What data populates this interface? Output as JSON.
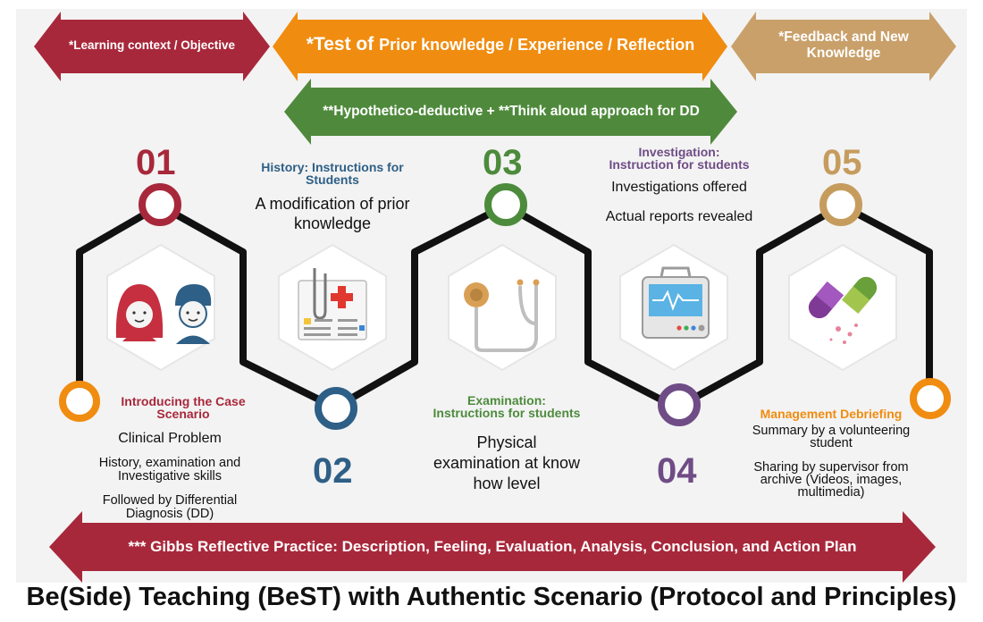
{
  "colors": {
    "red": "#a8283b",
    "orange": "#f08c10",
    "tan": "#c9a06a",
    "green": "#4f8a3c",
    "blue": "#2e5f86",
    "purple": "#6f4c86",
    "gold": "#c69c5e",
    "black": "#111111"
  },
  "top_arrows": {
    "learning": "*Learning context / Objective",
    "test_prefix": "*Test of ",
    "test_rest": "Prior knowledge / Experience / Reflection",
    "feedback_line1": "*Feedback and New",
    "feedback_line2": "Knowledge",
    "hypothetico": "**Hypothetico-deductive + **Think aloud approach for DD"
  },
  "steps": [
    {
      "number": "01",
      "icon": "man-woman-icon",
      "title_line1": "Introducing the Case",
      "title_line2": "Scenario",
      "lines": [
        "Clinical Problem",
        "History, examination and",
        "Investigative skills",
        "Followed by Differential",
        "Diagnosis (DD)"
      ]
    },
    {
      "number": "02",
      "icon": "clipboard-medical-icon",
      "title_line1": "History: Instructions for",
      "title_line2": "Students",
      "lines": [
        "A modification of prior",
        "knowledge"
      ]
    },
    {
      "number": "03",
      "icon": "stethoscope-icon",
      "title_line1": "Examination:",
      "title_line2": "Instructions for students",
      "lines": [
        "Physical",
        "examination at know",
        "how level"
      ]
    },
    {
      "number": "04",
      "icon": "monitor-icon",
      "title_line1": "Investigation:",
      "title_line2": "Instruction for students",
      "lines": [
        "Investigations offered",
        "Actual reports revealed"
      ]
    },
    {
      "number": "05",
      "icon": "pills-icon",
      "title_line1": "Management Debriefing",
      "title_line2": "",
      "lines": [
        "Summary by a volunteering",
        "student",
        "Sharing by supervisor from",
        "archive (Videos, images,",
        "multimedia)"
      ]
    }
  ],
  "bottom_arrow": "*** Gibbs Reflective Practice: Description, Feeling, Evaluation, Analysis, Conclusion, and Action Plan",
  "title": "Be(Side) Teaching (BeST) with Authentic Scenario (Protocol and Principles)"
}
